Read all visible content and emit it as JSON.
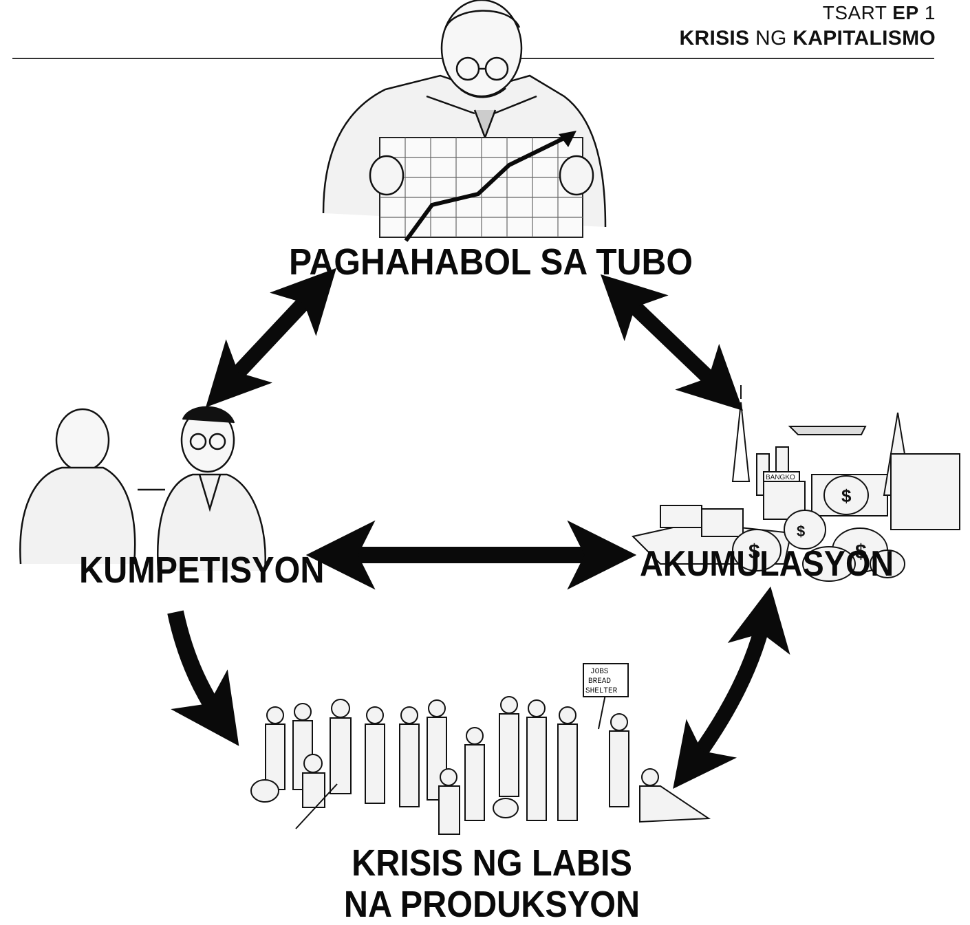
{
  "header": {
    "tsart": "TSART",
    "ep": "EP",
    "num": "1",
    "krisis": "KRISIS",
    "ng": "NG",
    "kapitalismo": "KAPITALISMO"
  },
  "nodes": {
    "top": "PAGHAHABOL SA TUBO",
    "left": "KUMPETISYON",
    "right": "AKUMULASYON",
    "bottom_line1": "KRISIS NG LABIS",
    "bottom_line2": "NA PRODUKSYON"
  },
  "illustration_text": {
    "bank_sign": "BANGKO",
    "protest_sign_1": "JOBS",
    "protest_sign_2": "BREAD",
    "protest_sign_3": "SHELTER",
    "money": "$"
  },
  "colors": {
    "ink": "#0a0a0a",
    "rule": "#333333",
    "background": "#ffffff"
  }
}
